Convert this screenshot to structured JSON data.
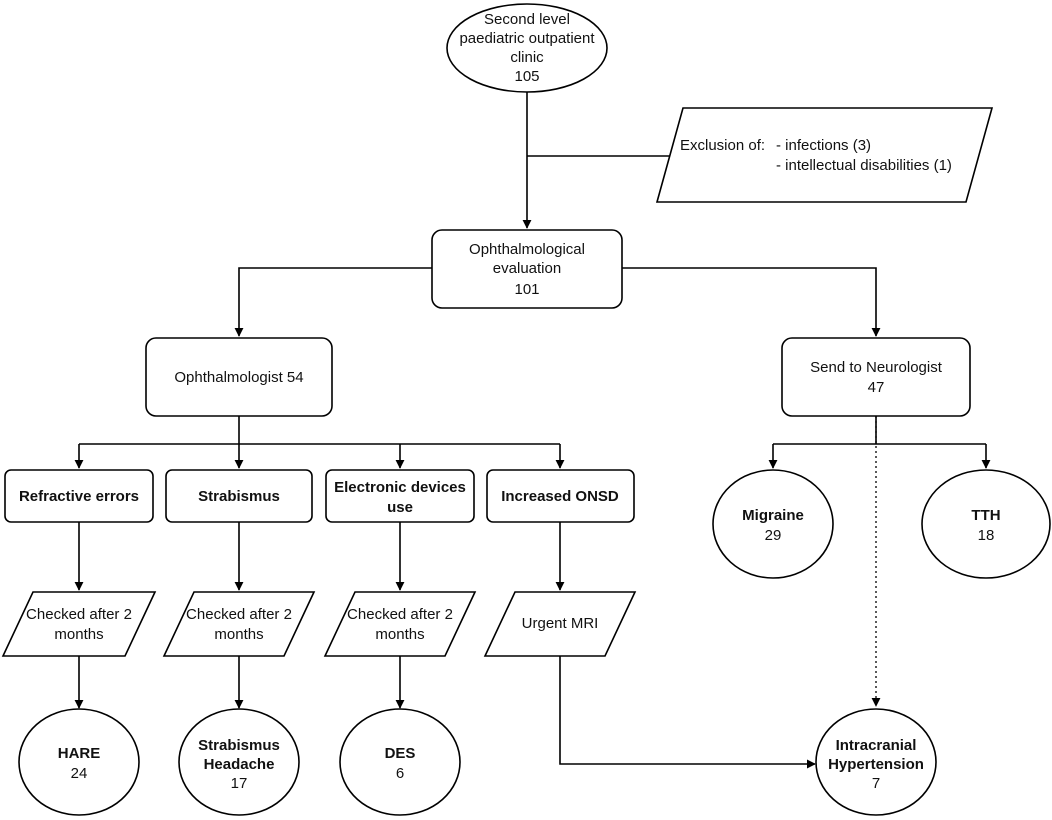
{
  "nodes": {
    "clinic": {
      "lines": [
        "Second level",
        "paediatric outpatient",
        "clinic",
        "105"
      ]
    },
    "exclusion": {
      "prefix": "Exclusion of:",
      "lines": [
        "- infections (3)",
        "- intellectual disabilities (1)"
      ]
    },
    "ophthal_eval": {
      "lines": [
        "Ophthalmological",
        "evaluation",
        "101"
      ]
    },
    "ophthalmologist": {
      "lines": [
        "Ophthalmologist 54"
      ]
    },
    "neurologist": {
      "lines": [
        "Send to Neurologist",
        "47"
      ]
    },
    "refractive": {
      "lines": [
        "Refractive errors"
      ]
    },
    "strabismus": {
      "lines": [
        "Strabismus"
      ]
    },
    "electronic": {
      "lines": [
        "Electronic devices",
        "use"
      ]
    },
    "onsd": {
      "lines": [
        "Increased ONSD"
      ]
    },
    "check1": {
      "lines": [
        "Checked after 2",
        "months"
      ]
    },
    "check2": {
      "lines": [
        "Checked after 2",
        "months"
      ]
    },
    "check3": {
      "lines": [
        "Checked after 2",
        "months"
      ]
    },
    "mri": {
      "lines": [
        "Urgent MRI"
      ]
    },
    "migraine": {
      "title": "Migraine",
      "count": "29"
    },
    "tth": {
      "title": "TTH",
      "count": "18"
    },
    "hare": {
      "title": "HARE",
      "count": "24"
    },
    "strab_headache": {
      "title_lines": [
        "Strabismus",
        "Headache"
      ],
      "count": "17"
    },
    "des": {
      "title": "DES",
      "count": "6"
    },
    "ich": {
      "title_lines": [
        "Intracranial",
        "Hypertension"
      ],
      "count": "7"
    }
  }
}
